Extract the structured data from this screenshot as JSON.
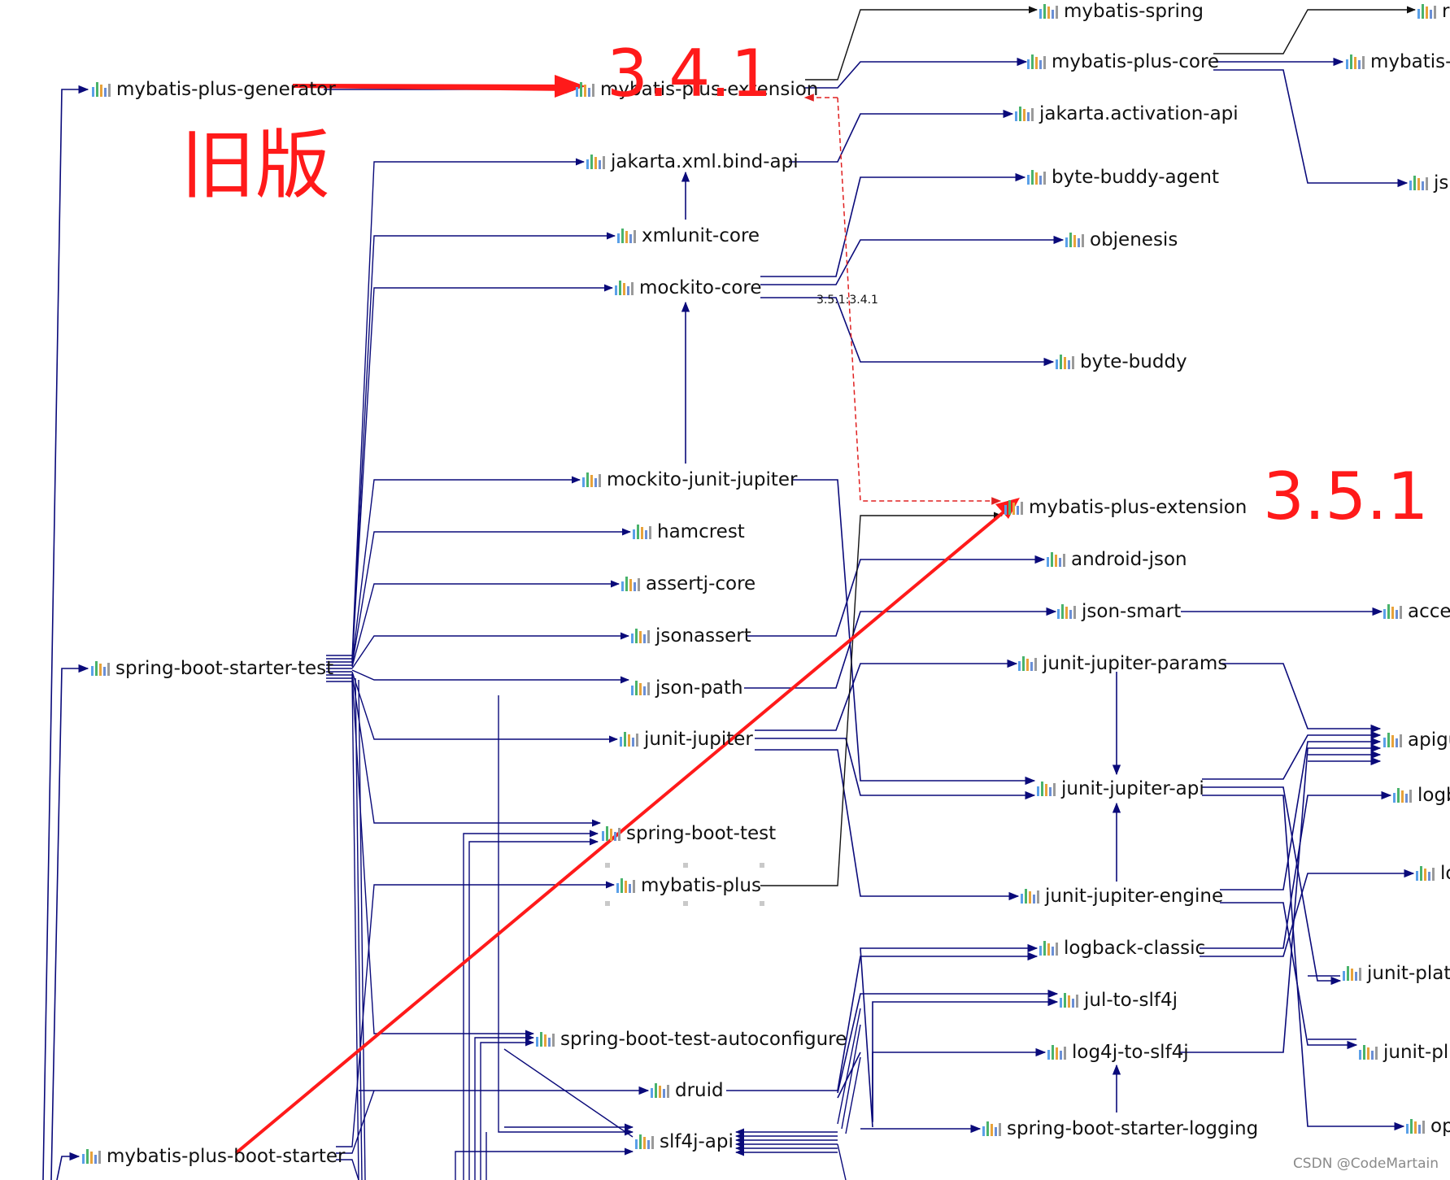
{
  "nodes": {
    "mybatis_spring": "mybatis-spring",
    "mybatis_plus_core": "mybatis-plus-core",
    "mybatis_p_cut": "mybatis-p",
    "r_cut": "r",
    "jakarta_activation_api": "jakarta.activation-api",
    "js_cut": "js",
    "byte_buddy_agent": "byte-buddy-agent",
    "objenesis": "objenesis",
    "byte_buddy": "byte-buddy",
    "mybatis_plus_generator": "mybatis-plus-generator",
    "mybatis_plus_extension_old": "mybatis-plus-extension",
    "jakarta_xml_bind_api": "jakarta.xml.bind-api",
    "xmlunit_core": "xmlunit-core",
    "mockito_core": "mockito-core",
    "mockito_junit_jupiter": "mockito-junit-jupiter",
    "hamcrest": "hamcrest",
    "assertj_core": "assertj-core",
    "jsonassert": "jsonassert",
    "json_path": "json-path",
    "junit_jupiter": "junit-jupiter",
    "spring_boot_test": "spring-boot-test",
    "mybatis_plus": "mybatis-plus",
    "spring_boot_test_autoconfigure": "spring-boot-test-autoconfigure",
    "druid": "druid",
    "slf4j_api": "slf4j-api",
    "spring_boot_starter_test": "spring-boot-starter-test",
    "mybatis_plus_boot_starter": "mybatis-plus-boot-starter",
    "mybatis_plus_extension_new": "mybatis-plus-extension",
    "android_json": "android-json",
    "json_smart": "json-smart",
    "acces_cut": "acces",
    "junit_jupiter_params": "junit-jupiter-params",
    "apigu_cut": "apigu",
    "junit_jupiter_api": "junit-jupiter-api",
    "logb_cut": "logb",
    "lo_cut": "lo",
    "junit_jupiter_engine": "junit-jupiter-engine",
    "logback_classic": "logback-classic",
    "junit_plat_cut": "junit-plat",
    "jul_to_slf4j": "jul-to-slf4j",
    "log4j_to_slf4j": "log4j-to-slf4j",
    "junit_pl_cut": "junit-pl",
    "spring_boot_starter_logging": "spring-boot-starter-logging",
    "op_cut": "op"
  },
  "annotations": {
    "old_version": "旧版",
    "version_old": "3.4.1",
    "version_new": "3.5.1",
    "edge_label": "3.5.1:3.4.1"
  },
  "watermark": "CSDN @CodeMartain",
  "colors": {
    "edge": "#0a0a7a",
    "dark_edge": "#111111",
    "annotation": "#ff1a1a",
    "conflict": "#e02020"
  },
  "icons": {
    "module": "maven-module-icon",
    "arrow": "arrow-head-icon"
  }
}
